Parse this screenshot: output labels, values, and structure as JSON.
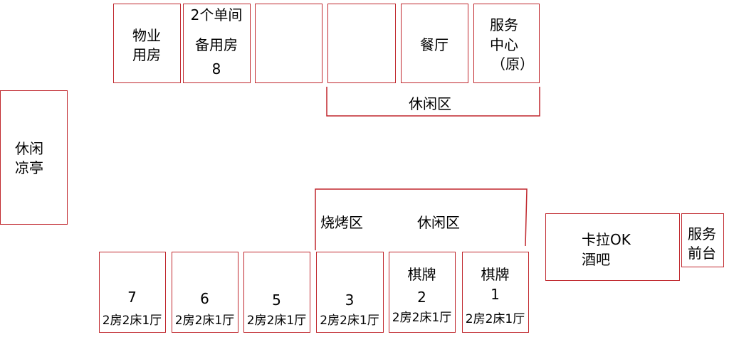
{
  "colors": {
    "border": "#c0272d",
    "text": "#000000",
    "background": "#ffffff"
  },
  "top_row": {
    "property_room": {
      "line1": "物业",
      "line2": "用房"
    },
    "spare_room": {
      "line1": "2个单间",
      "line2": "备用房",
      "line3": "8"
    },
    "restaurant": {
      "label": "餐厅"
    },
    "service_center": {
      "line1": "服务",
      "line2": "中心",
      "line3": "（原）"
    },
    "leisure_area": {
      "label": "休闲区"
    }
  },
  "pavilion": {
    "line1": "休闲",
    "line2": "凉亭"
  },
  "bbq_area": {
    "bbq_label": "烧烤区",
    "leisure_label": "休闲区"
  },
  "karaoke": {
    "line1": "卡拉OK",
    "line2": "酒吧"
  },
  "front_desk": {
    "line1": "服务",
    "line2": "前台"
  },
  "units": [
    {
      "name": "7",
      "type": "2房2床1厅"
    },
    {
      "name": "6",
      "type": "2房2床1厅"
    },
    {
      "name": "5",
      "type": "2房2床1厅"
    },
    {
      "name": "3",
      "type": "2房2床1厅"
    },
    {
      "name_line1": "棋牌",
      "name": "2",
      "type": "2房2床1厅"
    },
    {
      "name_line1": "棋牌",
      "name": "1",
      "type": "2房2床1厅"
    }
  ]
}
